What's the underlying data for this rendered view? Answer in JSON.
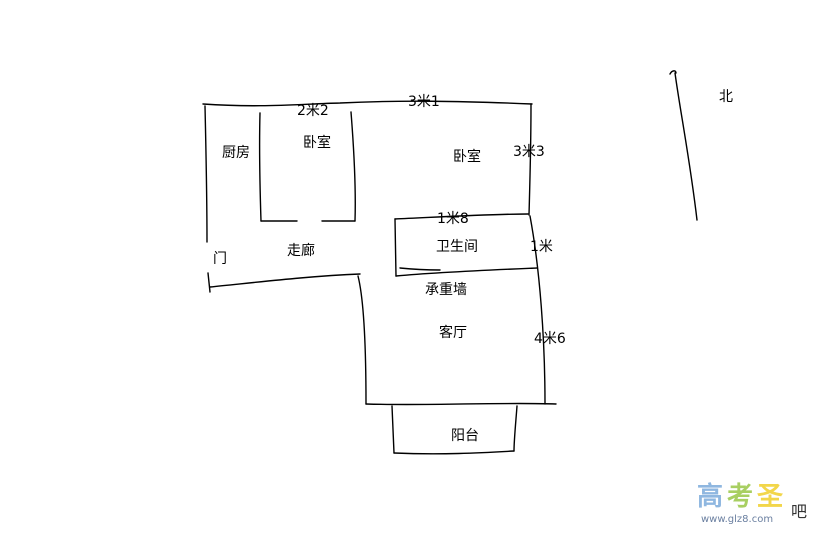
{
  "floor_plan": {
    "rooms": {
      "kitchen": "厨房",
      "bedroom_small": "卧室",
      "bedroom_large": "卧室",
      "corridor": "走廊",
      "bathroom": "卫生间",
      "load_bearing_wall": "承重墙",
      "living_room": "客厅",
      "balcony": "阳台",
      "door": "门"
    },
    "dimensions": {
      "top_left_width": "2米2",
      "top_width": "3米1",
      "right_upper_length": "3米3",
      "bathroom_width": "1米8",
      "bathroom_depth": "1米",
      "right_lower_length": "4米6"
    },
    "compass": {
      "north": "北"
    }
  },
  "watermark": {
    "logo_chars": [
      "高",
      "考",
      "圣"
    ],
    "logo_colors": [
      "#8fb7e0",
      "#a8cf62",
      "#f2d64a"
    ],
    "suffix": "吧",
    "url": "www.glz8.com"
  }
}
